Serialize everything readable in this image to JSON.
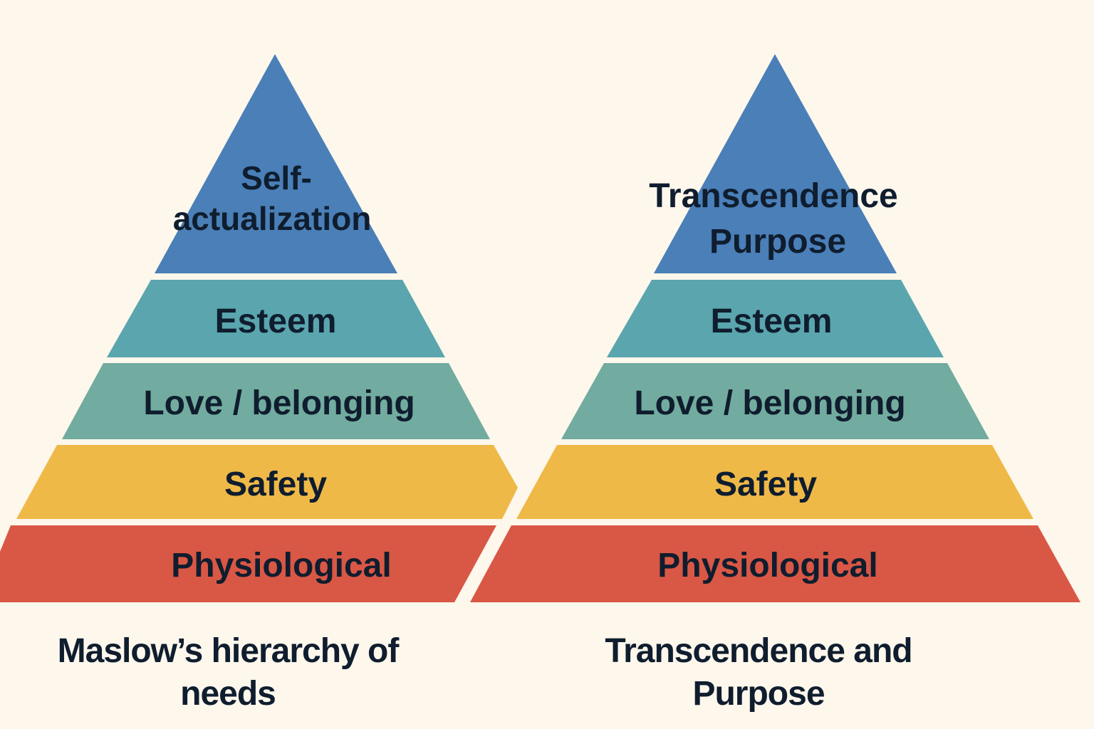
{
  "colors": {
    "background": "#fdf7ec",
    "self_actualization": "#4a7fb8",
    "esteem": "#5aa5ae",
    "love": "#72ab9f",
    "safety": "#efb948",
    "physiological": "#d95745",
    "text": "#0f1d2e"
  },
  "left_pyramid": {
    "caption": "Maslow’s hierarchy of needs",
    "levels": {
      "top_line1": "Self-",
      "top_line2": "actualization",
      "esteem": "Esteem",
      "love": "Love / belonging",
      "safety": "Safety",
      "physiological": "Physiological"
    }
  },
  "right_pyramid": {
    "caption": "Transcendence and Purpose",
    "levels": {
      "top_line1": "Transcendence",
      "top_line2": "Purpose",
      "esteem": "Esteem",
      "love": "Love / belonging",
      "safety": "Safety",
      "physiological": "Physiological"
    }
  }
}
